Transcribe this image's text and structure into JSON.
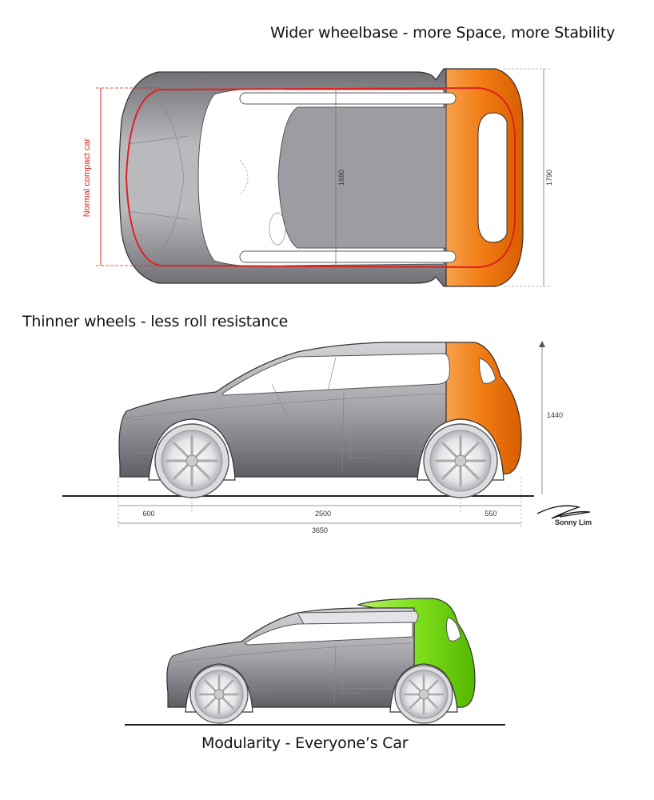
{
  "headings": {
    "top": "Wider wheelbase - more Space, more Stability",
    "middle": "Thinner wheels - less roll resistance",
    "bottom": "Modularity - Everyone’s Car"
  },
  "top_view": {
    "compact_label": "Normal compact car",
    "inner_width": "1680",
    "overall_width": "1790"
  },
  "side_view": {
    "height": "1440",
    "front_overhang": "600",
    "wheelbase": "2500",
    "rear_overhang": "550",
    "total_length": "3650"
  },
  "signature": {
    "name": "Sonny Lim"
  },
  "colors": {
    "module_orange": "#f07a12",
    "module_green": "#7ee01c",
    "body_gray": "#8e8e94",
    "outline_red": "#e02020"
  }
}
